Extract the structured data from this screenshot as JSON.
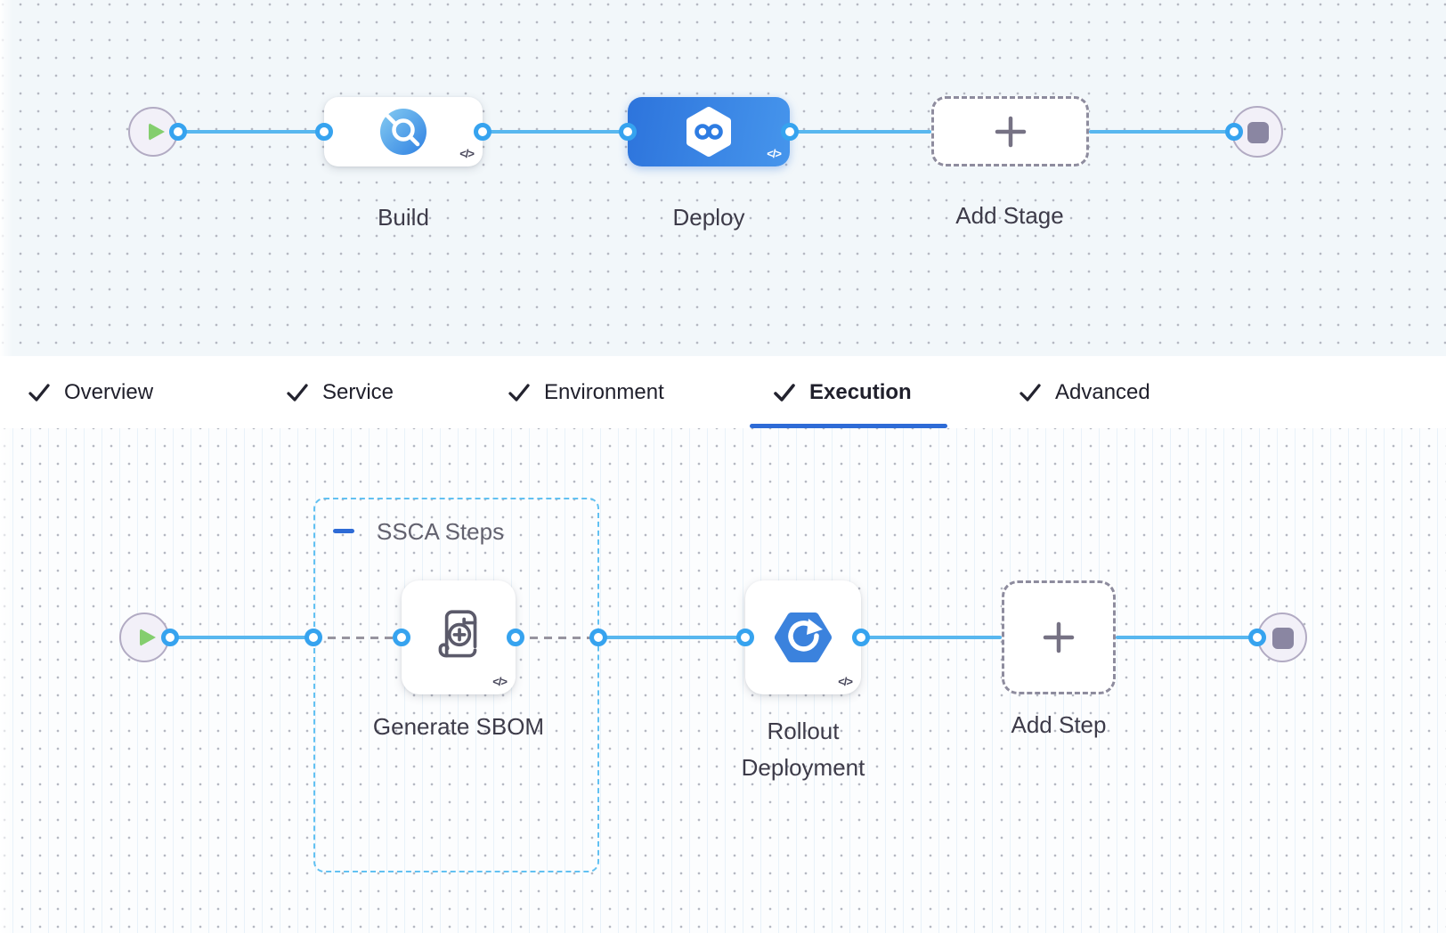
{
  "stage_pipeline": {
    "stages": [
      {
        "id": "build",
        "label": "Build",
        "code_badge": "</>"
      },
      {
        "id": "deploy",
        "label": "Deploy",
        "code_badge": "</>"
      },
      {
        "id": "add_stage",
        "label": "Add Stage"
      }
    ]
  },
  "tabs": {
    "items": [
      {
        "label": "Overview",
        "checked": true,
        "active": false
      },
      {
        "label": "Service",
        "checked": true,
        "active": false
      },
      {
        "label": "Environment",
        "checked": true,
        "active": false
      },
      {
        "label": "Execution",
        "checked": true,
        "active": true
      },
      {
        "label": "Advanced",
        "checked": true,
        "active": false
      }
    ]
  },
  "execution_graph": {
    "group": {
      "label": "SSCA Steps",
      "collapse_icon": "minus"
    },
    "steps": [
      {
        "id": "generate_sbom",
        "label": "Generate SBOM",
        "code_badge": "</>"
      },
      {
        "id": "rollout_deployment",
        "label": "Rollout Deployment",
        "code_badge": "</>"
      },
      {
        "id": "add_step",
        "label": "Add Step"
      }
    ]
  },
  "colors": {
    "edge_blue": "#58b7ef",
    "port_blue": "#36a3ef",
    "deploy_gradient_start": "#2d74dc",
    "deploy_gradient_end": "#4695ec",
    "active_tab_underline": "#2e6bd6",
    "group_border_blue": "#62c1f2",
    "play_green": "#84ce6e",
    "terminal_square_grey": "#8a86a2"
  }
}
